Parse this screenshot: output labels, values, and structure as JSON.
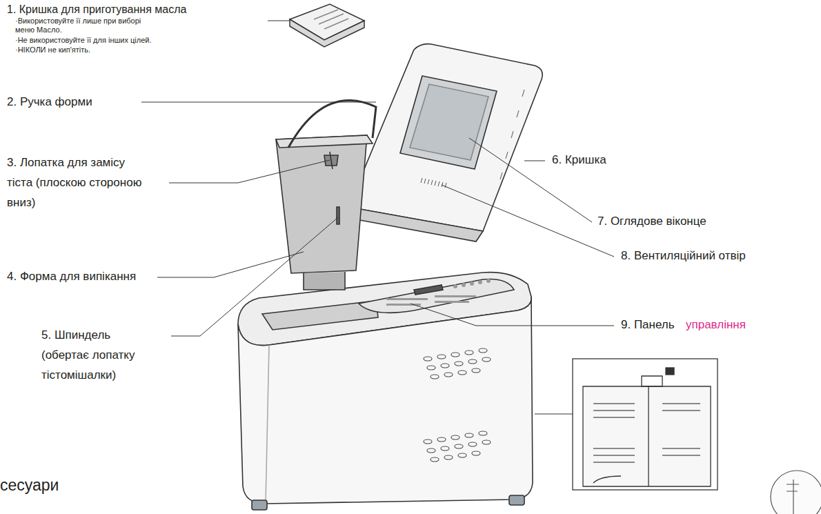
{
  "diagram": {
    "labels": [
      "1. Кришка для приготування масла",
      "·Використовуйте її лише при виборі меню Масло.",
      "·Не використовуйте її для інших цілей.",
      "·НІКОЛИ не кип'ятіть.",
      "2. Ручка форми",
      "3. Лопатка для замісу тіста (плоскою стороною вниз)",
      "4. Форма для випікання",
      "5. Шпиндель (обертає лопатку тістомішалки)",
      "6. Кришка",
      "7. Оглядове віконце",
      "8. Вентиляційний отвір",
      "9. Панель",
      "управління",
      "сесуари"
    ]
  }
}
